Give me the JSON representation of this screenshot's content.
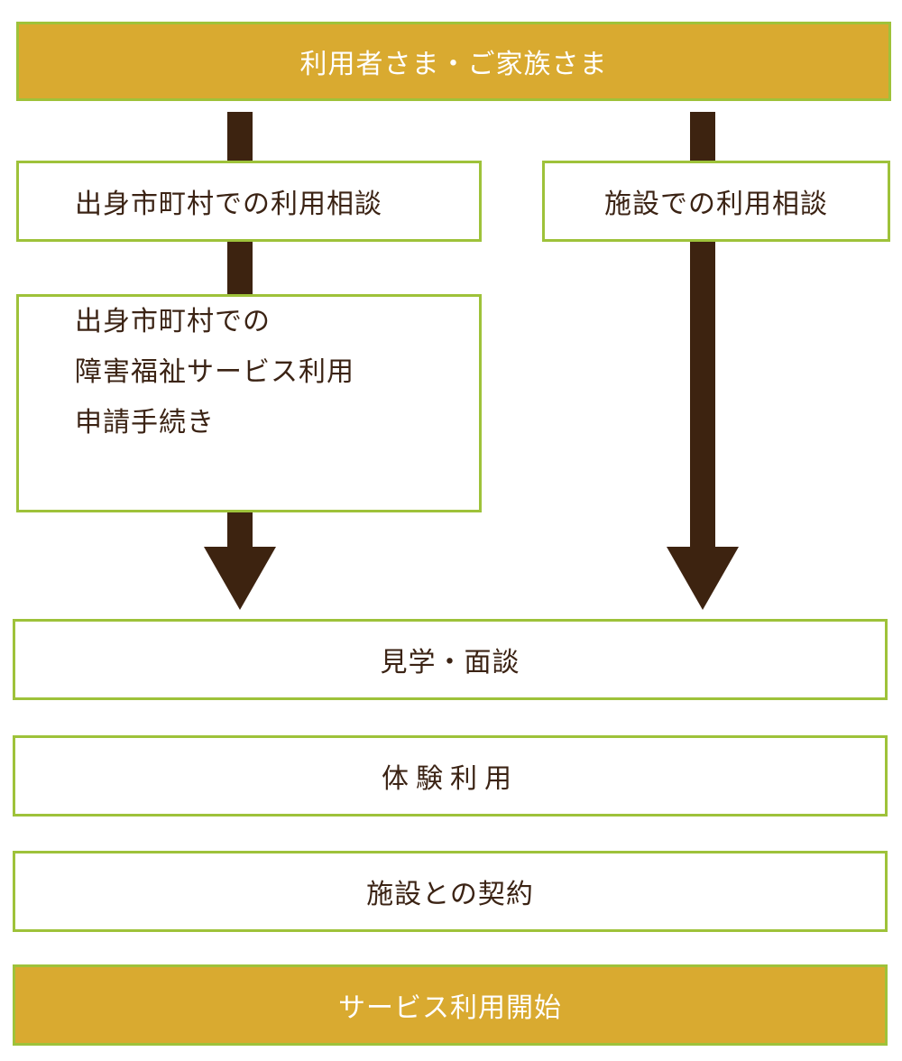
{
  "colors": {
    "border": "#9ec23a",
    "gold": "#d9aa30",
    "arrow": "#3d2310",
    "text": "#3b2314"
  },
  "top": {
    "label": "利用者さま・ご家族さま"
  },
  "left_consult": {
    "label": "出身市町村での利用相談"
  },
  "right_consult": {
    "label": "施設での利用相談"
  },
  "application": {
    "lines": [
      "出身市町村での",
      "障害福祉サービス利用",
      "申請手続き"
    ]
  },
  "steps": [
    {
      "label": "見学・面談"
    },
    {
      "label": "体験利用"
    },
    {
      "label": "施設との契約"
    }
  ],
  "final": {
    "label": "サービス利用開始"
  }
}
